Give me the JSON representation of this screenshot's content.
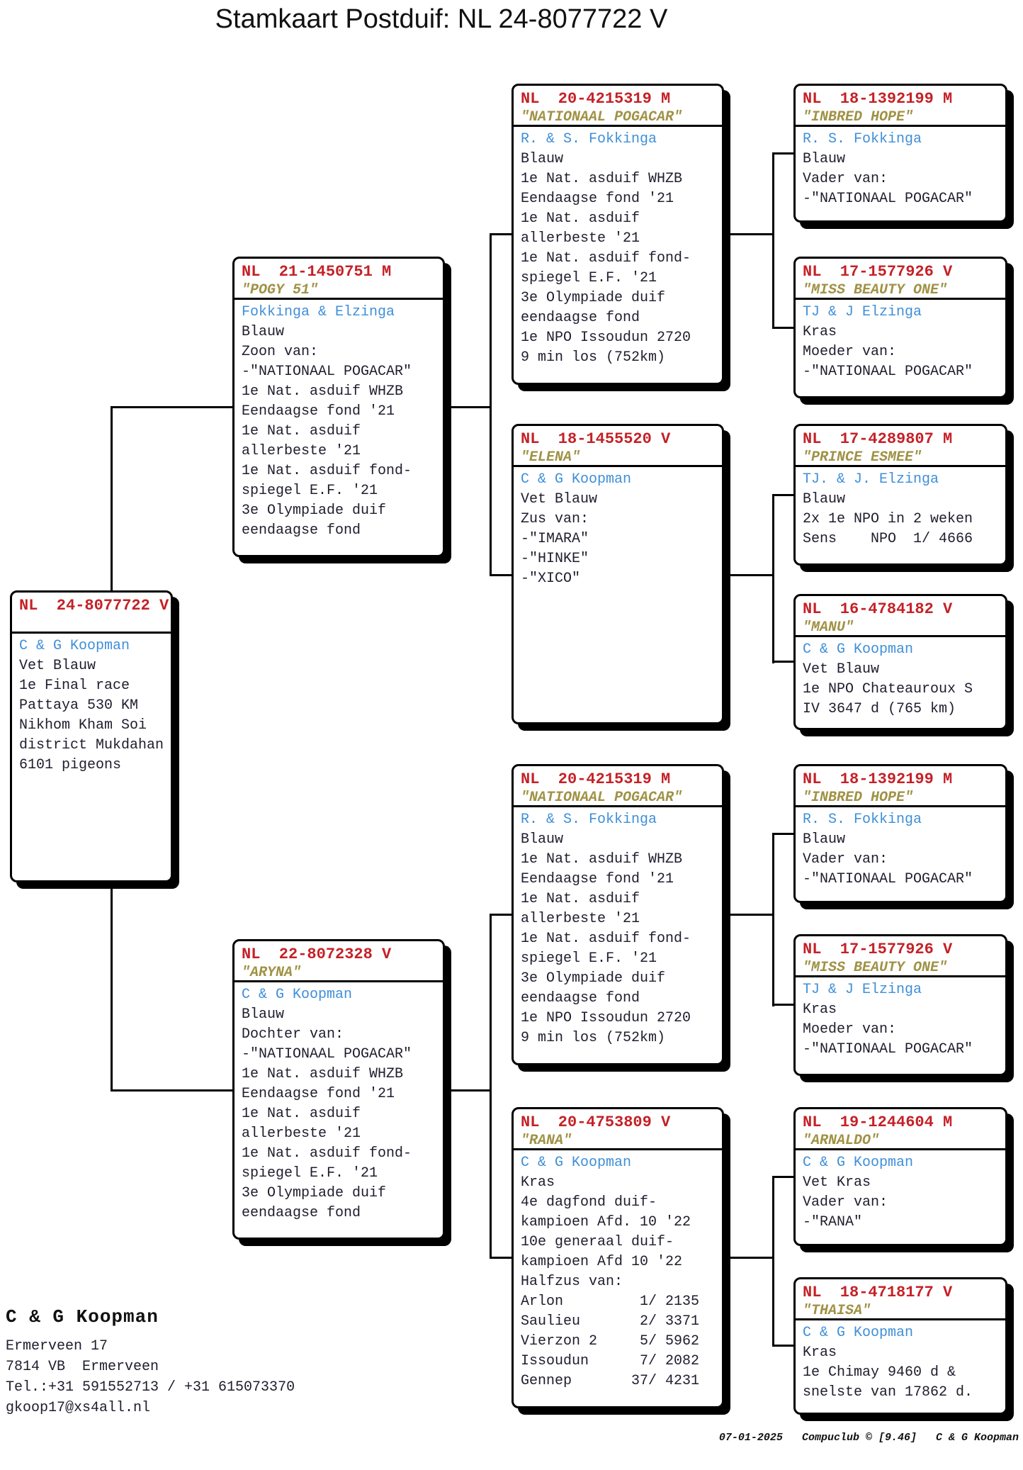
{
  "title": "Stamkaart Postduif: NL  24-8077722 V",
  "colors": {
    "ring_red": "#c42127",
    "name_olive": "#a09245",
    "breeder_blue": "#3f8fd8",
    "body_ink": "#1e1e2e"
  },
  "boxes": [
    {
      "key": "subject",
      "generation": "subject",
      "ring": "NL  24-8077722 V",
      "name": "",
      "breeder": "C & G Koopman",
      "lines": [
        "Vet Blauw",
        "1e Final race",
        "Pattaya 530 KM",
        "Nikhom Kham Soi",
        "district Mukdahan",
        "6101 pigeons"
      ]
    },
    {
      "key": "father",
      "generation": "father",
      "ring": "NL  21-1450751 M",
      "name": "\"POGY 51\"",
      "breeder": "Fokkinga & Elzinga",
      "lines": [
        "Blauw",
        "Zoon van:",
        "-\"NATIONAAL POGACAR\"",
        "1e Nat. asduif WHZB",
        "Eendaagse fond '21",
        "1e Nat. asduif",
        "allerbeste '21",
        "1e Nat. asduif fond-",
        "spiegel E.F. '21",
        "3e Olympiade duif",
        "eendaagse fond"
      ]
    },
    {
      "key": "mother",
      "generation": "mother",
      "ring": "NL  22-8072328 V",
      "name": "\"ARYNA\"",
      "breeder": "C & G Koopman",
      "lines": [
        "Blauw",
        "Dochter van:",
        "-\"NATIONAAL POGACAR\"",
        "1e Nat. asduif WHZB",
        "Eendaagse fond '21",
        "1e Nat. asduif",
        "allerbeste '21",
        "1e Nat. asduif fond-",
        "spiegel E.F. '21",
        "3e Olympiade duif",
        "eendaagse fond"
      ]
    },
    {
      "key": "gp1",
      "generation": "grandparent",
      "ring": "NL  20-4215319 M",
      "name": "\"NATIONAAL POGACAR\"",
      "breeder": "R. & S. Fokkinga",
      "lines": [
        "Blauw",
        "1e Nat. asduif WHZB",
        "Eendaagse fond '21",
        "1e Nat. asduif",
        "allerbeste '21",
        "1e Nat. asduif fond-",
        "spiegel E.F. '21",
        "3e Olympiade duif",
        "eendaagse fond",
        "1e NPO Issoudun 2720",
        "9 min los (752km)"
      ]
    },
    {
      "key": "gp2",
      "generation": "grandparent",
      "ring": "NL  18-1455520 V",
      "name": "\"ELENA\"",
      "breeder": "C & G Koopman",
      "lines": [
        "Vet Blauw",
        "Zus van:",
        "-\"IMARA\"",
        "-\"HINKE\"",
        "-\"XICO\""
      ]
    },
    {
      "key": "gp3",
      "generation": "grandparent",
      "ring": "NL  20-4215319 M",
      "name": "\"NATIONAAL POGACAR\"",
      "breeder": "R. & S. Fokkinga",
      "lines": [
        "Blauw",
        "1e Nat. asduif WHZB",
        "Eendaagse fond '21",
        "1e Nat. asduif",
        "allerbeste '21",
        "1e Nat. asduif fond-",
        "spiegel E.F. '21",
        "3e Olympiade duif",
        "eendaagse fond",
        "1e NPO Issoudun 2720",
        "9 min los (752km)"
      ]
    },
    {
      "key": "gp4",
      "generation": "grandparent",
      "ring": "NL  20-4753809 V",
      "name": "\"RANA\"",
      "breeder": "C & G Koopman",
      "lines": [
        "Kras",
        "4e dagfond duif-",
        "kampioen Afd. 10 '22",
        "10e generaal duif-",
        "kampioen Afd 10 '22",
        "Halfzus van:",
        "Arlon         1/ 2135",
        "Saulieu       2/ 3371",
        "Vierzon 2     5/ 5962",
        "Issoudun      7/ 2082",
        "Gennep       37/ 4231"
      ]
    },
    {
      "key": "ggp1",
      "generation": "great-grandparent",
      "ring": "NL  18-1392199 M",
      "name": "\"INBRED HOPE\"",
      "breeder": "R. S. Fokkinga",
      "lines": [
        "Blauw",
        "Vader van:",
        "-\"NATIONAAL POGACAR\""
      ]
    },
    {
      "key": "ggp2",
      "generation": "great-grandparent",
      "ring": "NL  17-1577926 V",
      "name": "\"MISS BEAUTY ONE\"",
      "breeder": "TJ & J Elzinga",
      "lines": [
        "Kras",
        "Moeder van:",
        "-\"NATIONAAL POGACAR\""
      ]
    },
    {
      "key": "ggp3",
      "generation": "great-grandparent",
      "ring": "NL  17-4289807 M",
      "name": "\"PRINCE ESMEE\"",
      "breeder": "TJ. & J. Elzinga",
      "lines": [
        "Blauw",
        "2x 1e NPO in 2 weken",
        "Sens    NPO  1/ 4666"
      ]
    },
    {
      "key": "ggp4",
      "generation": "great-grandparent",
      "ring": "NL  16-4784182 V",
      "name": "\"MANU\"",
      "breeder": "C & G Koopman",
      "lines": [
        "Vet Blauw",
        "1e NPO Chateauroux S",
        "IV 3647 d (765 km)"
      ]
    },
    {
      "key": "ggp5",
      "generation": "great-grandparent",
      "ring": "NL  18-1392199 M",
      "name": "\"INBRED HOPE\"",
      "breeder": "R. S. Fokkinga",
      "lines": [
        "Blauw",
        "Vader van:",
        "-\"NATIONAAL POGACAR\""
      ]
    },
    {
      "key": "ggp6",
      "generation": "great-grandparent",
      "ring": "NL  17-1577926 V",
      "name": "\"MISS BEAUTY ONE\"",
      "breeder": "TJ & J Elzinga",
      "lines": [
        "Kras",
        "Moeder van:",
        "-\"NATIONAAL POGACAR\""
      ]
    },
    {
      "key": "ggp7",
      "generation": "great-grandparent",
      "ring": "NL  19-1244604 M",
      "name": "\"ARNALDO\"",
      "breeder": "C & G Koopman",
      "lines": [
        "Vet Kras",
        "Vader van:",
        "-\"RANA\""
      ]
    },
    {
      "key": "ggp8",
      "generation": "great-grandparent",
      "ring": "NL  18-4718177 V",
      "name": "\"THAISA\"",
      "breeder": "C & G Koopman",
      "lines": [
        "Kras",
        "1e Chimay 9460 d &",
        "snelste van 17862 d."
      ]
    }
  ],
  "owner": {
    "name": "C & G Koopman",
    "address": [
      "Ermerveen 17",
      "7814 VB  Ermerveen",
      "Tel.:+31 591552713 / +31 615073370",
      "gkoop17@xs4all.nl"
    ]
  },
  "footer": "07-01-2025   Compuclub © [9.46]   C & G Koopman"
}
